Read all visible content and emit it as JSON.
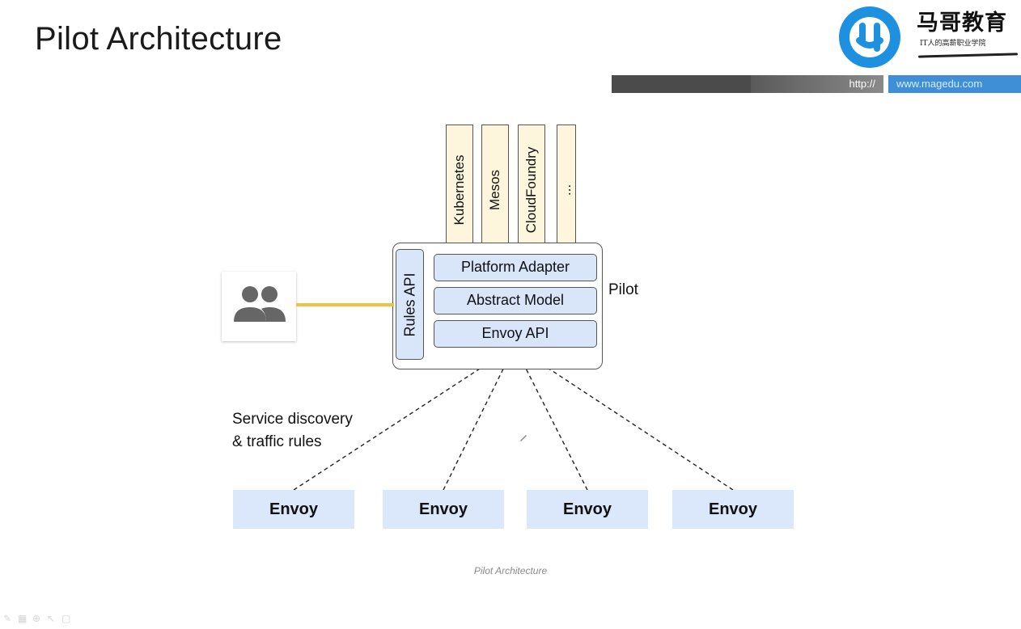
{
  "slide": {
    "title": "Pilot Architecture"
  },
  "brand": {
    "name": "马哥教育",
    "tagline": "IT人的高薪职业学院",
    "url_prefix": "http://",
    "url": "www.magedu.com",
    "colors": {
      "logo_blue": "#1e90e0",
      "url_blue": "#3f8fd6"
    }
  },
  "diagram": {
    "platforms": [
      "Kubernetes",
      "Mesos",
      "CloudFoundry",
      "..."
    ],
    "pilot_label": "Pilot",
    "rules_api": "Rules API",
    "layers": [
      "Platform Adapter",
      "Abstract Model",
      "Envoy API"
    ],
    "users_icon": "people-icon",
    "link_caption_line1": "Service discovery",
    "link_caption_line2": "& traffic rules",
    "envoys": [
      "Envoy",
      "Envoy",
      "Envoy",
      "Envoy"
    ],
    "figure_caption": "Pilot Architecture",
    "colors": {
      "layer_fill": "#d9e6fa",
      "platform_fill": "#fdf6dc",
      "link_yellow": "#f5c042"
    }
  }
}
